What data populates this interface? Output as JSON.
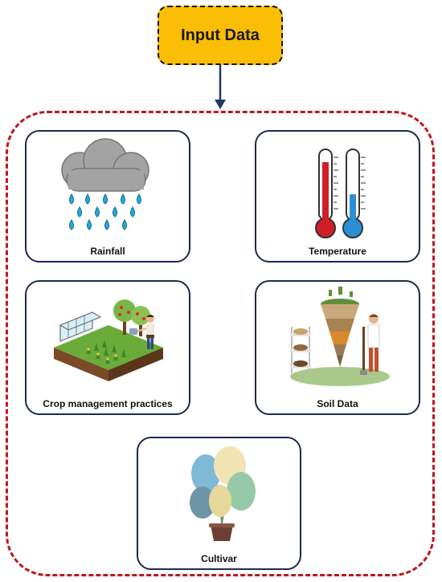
{
  "input_node": {
    "label": "Input Data"
  },
  "cards": [
    {
      "label": "Rainfall",
      "icon": "rain-cloud-icon"
    },
    {
      "label": "Temperature",
      "icon": "thermometers-icon"
    },
    {
      "label": "Crop management practices",
      "icon": "greenhouse-farm-icon"
    },
    {
      "label": "Soil Data",
      "icon": "soil-profile-icon"
    },
    {
      "label": "Cultivar",
      "icon": "potted-plant-icon"
    }
  ],
  "colors": {
    "input_fill": "#f9bd04",
    "group_border": "#c0161d",
    "card_border": "#1d2a4f",
    "arrow": "#1f3864"
  }
}
